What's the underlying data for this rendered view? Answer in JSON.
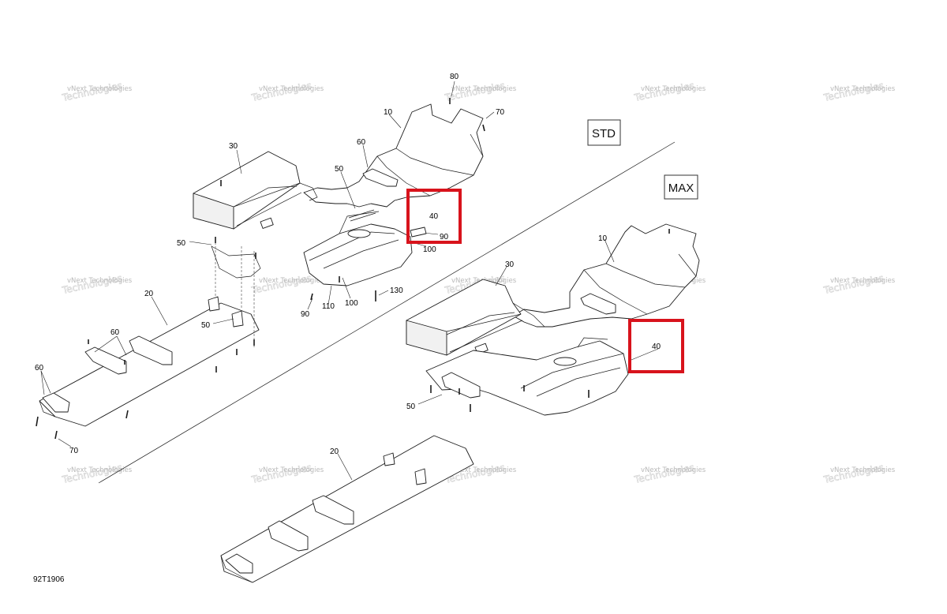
{
  "diagram": {
    "ref_code": "92T1906",
    "variants": {
      "std": "STD",
      "max": "MAX"
    },
    "watermark": "vNext Technologies",
    "callouts": {
      "std_10": "10",
      "std_20": "20",
      "std_30": "30",
      "std_40": "40",
      "std_50a": "50",
      "std_50b": "50",
      "std_50c": "50",
      "std_60a": "60",
      "std_60b": "60",
      "std_60c": "60",
      "std_70a": "70",
      "std_70b": "70",
      "std_80": "80",
      "std_90a": "90",
      "std_90b": "90",
      "std_100a": "100",
      "std_100b": "100",
      "std_110": "110",
      "std_130": "130",
      "max_10": "10",
      "max_20": "20",
      "max_30": "30",
      "max_40": "40",
      "max_50": "50"
    }
  }
}
